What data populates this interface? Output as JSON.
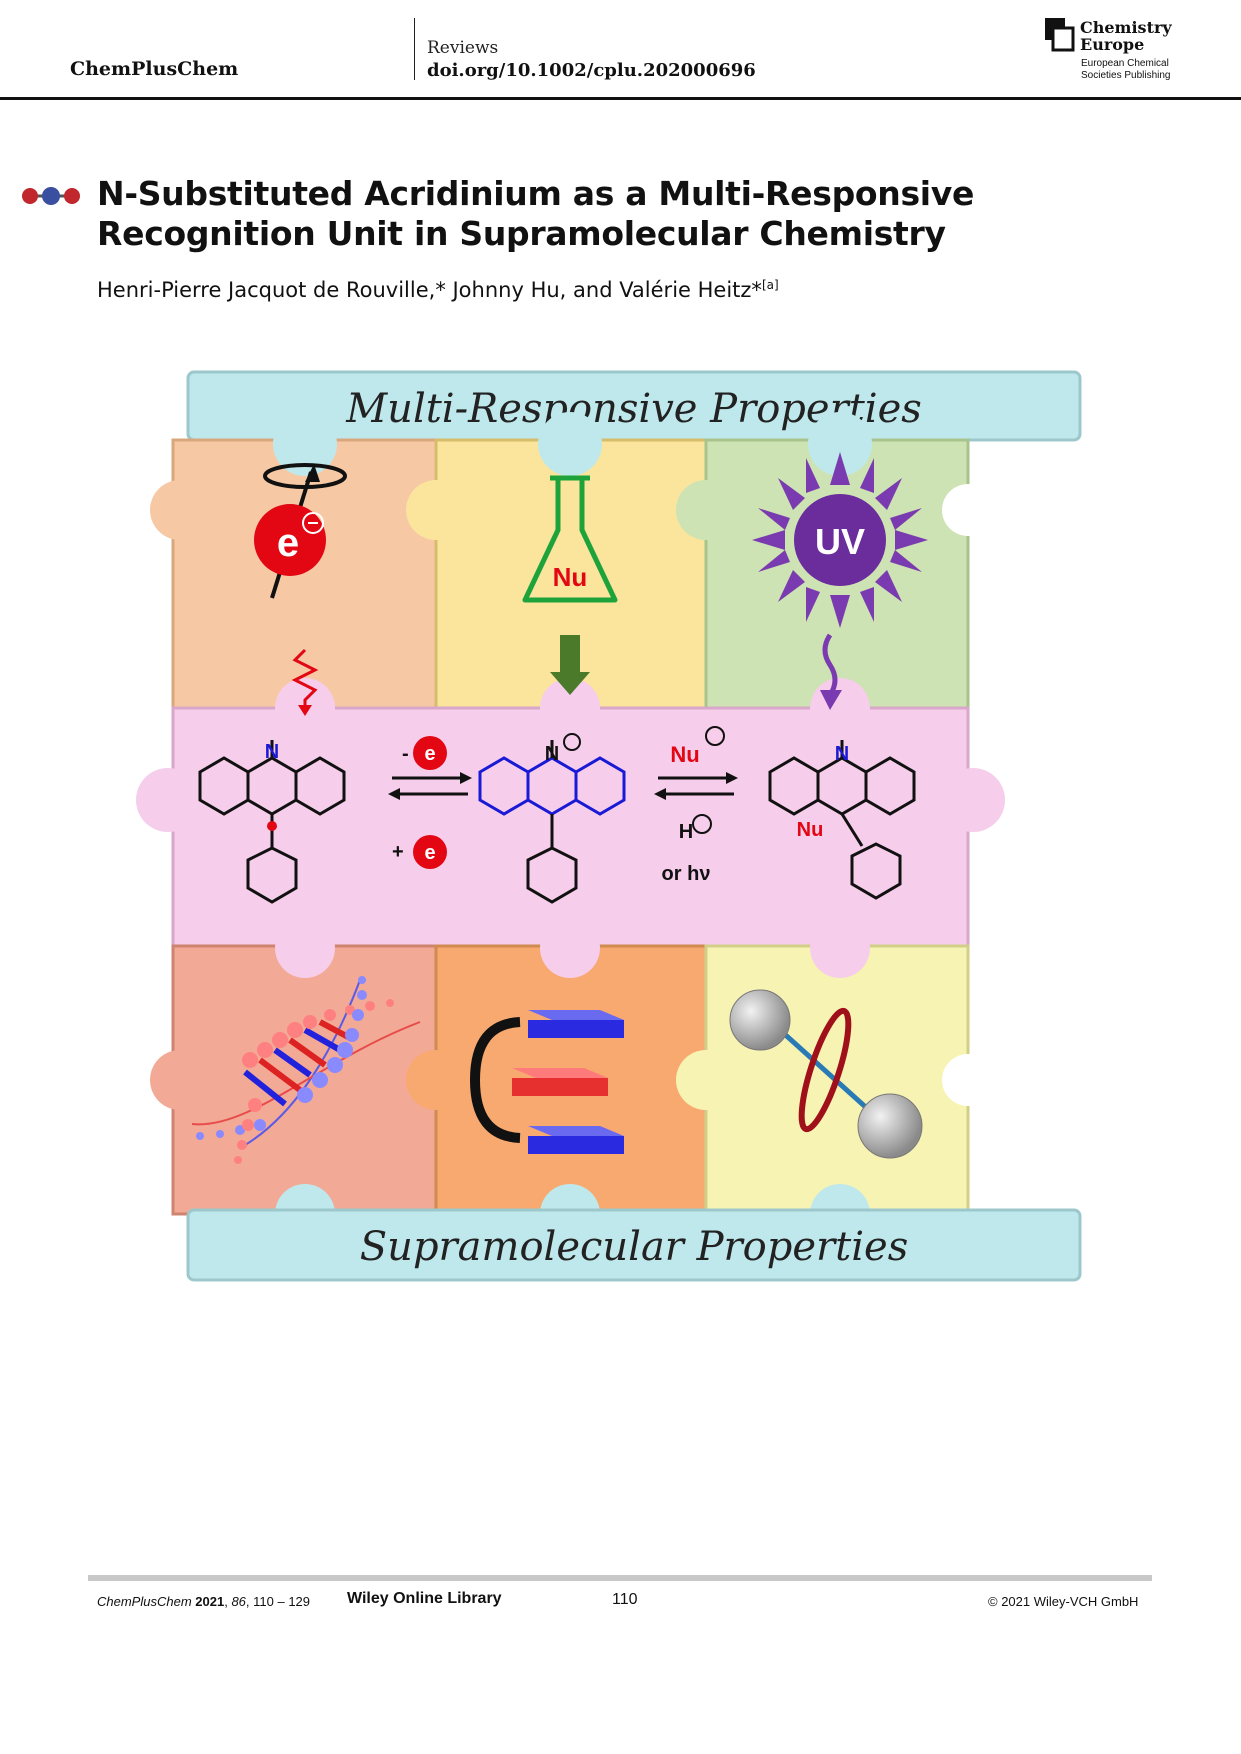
{
  "header": {
    "journal": "ChemPlusChem",
    "section": "Reviews",
    "doi": "doi.org/10.1002/cplu.202000696",
    "publisher_lines": [
      "Chemistry",
      "Europe",
      "European Chemical",
      "Societies Publishing"
    ]
  },
  "article": {
    "title_lines": [
      "N-Substituted Acridinium as a Multi-Responsive",
      "Recognition Unit in Supramolecular Chemistry"
    ],
    "authors": "Henri-Pierre Jacquot de Rouville,* Johnny Hu, and Valérie Heitz*",
    "affiliation_mark": "[a]"
  },
  "figure": {
    "top_banner": "Multi-Responsive Properties",
    "bottom_banner": "Supramolecular Properties",
    "uv_label": "UV",
    "nu_label": "Nu",
    "electron_label": "e",
    "minus_sign": "-",
    "plus_sign": "+",
    "n_label": "N",
    "h_label": "H",
    "or_hv_label": "or hν",
    "colors": {
      "top_bottom_piece": "#bfe8ec",
      "electron_piece": "#f6c9a4",
      "nu_piece": "#fbe49c",
      "uv_piece": "#cde3b4",
      "middle_piece": "#f6cdea",
      "dna_piece": "#f2a995",
      "stack_piece": "#f7a96f",
      "rotaxane_piece": "#f7f4b3",
      "acridinium_blue": "#1a1ad6",
      "uv_purple": "#6b2c9c",
      "arrow_green": "#4a7a2a",
      "electron_red": "#e30613"
    }
  },
  "footer": {
    "journal": "ChemPlusChem",
    "year": "2021",
    "volume": "86",
    "pages": "110 – 129",
    "library": "Wiley Online Library",
    "page_number": "110",
    "copyright": "© 2021 Wiley-VCH GmbH"
  }
}
